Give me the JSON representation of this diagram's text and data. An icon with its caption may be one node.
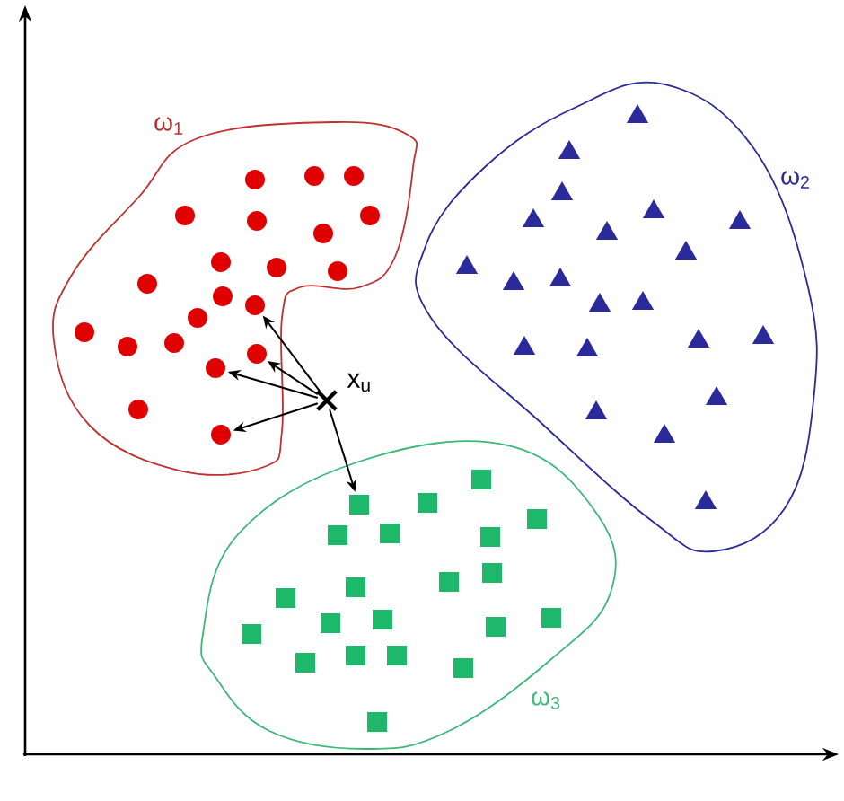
{
  "diagram": {
    "nodes": [
      {
        "text": [
          "ω$_{1}$"
        ]
      },
      {
        "text": [
          "ω$_{2}$"
        ]
      },
      {
        "text": [
          "ω$_{3}$"
        ]
      },
      {
        "text": [
          "x$_{u}$"
        ]
      },
      {
        "text": [],
        "shape": "circle",
        "in": 0
      },
      {
        "text": [],
        "shape": "circle",
        "in": 0
      },
      {
        "text": [],
        "shape": "circle",
        "in": 0
      },
      {
        "text": [],
        "shape": "circle",
        "in": 0
      },
      {
        "text": [],
        "shape": "circle",
        "in": 0
      },
      {
        "text": [],
        "shape": "circle",
        "in": 0
      },
      {
        "text": [],
        "shape": "circle",
        "in": 0
      },
      {
        "text": [],
        "shape": "circle",
        "in": 0
      },
      {
        "text": [],
        "shape": "circle",
        "in": 0
      },
      {
        "text": [],
        "shape": "circle",
        "in": 0
      },
      {
        "text": [],
        "shape": "circle",
        "in": 0
      },
      {
        "text": [],
        "shape": "circle",
        "in": 0
      },
      {
        "text": [],
        "shape": "circle",
        "in": 0
      },
      {
        "text": [],
        "shape": "circle",
        "in": 0
      },
      {
        "text": [],
        "shape": "circle",
        "in": 0
      },
      {
        "text": [],
        "shape": "circle",
        "in": 0
      },
      {
        "text": [],
        "shape": "circle",
        "in": 0
      },
      {
        "text": [],
        "shape": "circle",
        "in": 0
      },
      {
        "text": [],
        "shape": "circle",
        "in": 0
      },
      {
        "text": [],
        "shape": "circle",
        "in": 0
      },
      {
        "text": [],
        "shape": "circle",
        "in": 0
      },
      {
        "text": [],
        "shape": "triangle",
        "in": 1
      },
      {
        "text": [],
        "shape": "triangle",
        "in": 1
      },
      {
        "text": [],
        "shape": "triangle",
        "in": 1
      },
      {
        "text": [],
        "shape": "triangle",
        "in": 1
      },
      {
        "text": [],
        "shape": "triangle",
        "in": 1
      },
      {
        "text": [],
        "shape": "triangle",
        "in": 1
      },
      {
        "text": [],
        "shape": "triangle",
        "in": 1
      },
      {
        "text": [],
        "shape": "triangle",
        "in": 1
      },
      {
        "text": [],
        "shape": "triangle",
        "in": 1
      },
      {
        "text": [],
        "shape": "triangle",
        "in": 1
      },
      {
        "text": [],
        "shape": "triangle",
        "in": 1
      },
      {
        "text": [],
        "shape": "triangle",
        "in": 1
      },
      {
        "text": [],
        "shape": "triangle",
        "in": 1
      },
      {
        "text": [],
        "shape": "triangle",
        "in": 1
      },
      {
        "text": [],
        "shape": "triangle",
        "in": 1
      },
      {
        "text": [],
        "shape": "triangle",
        "in": 1
      },
      {
        "text": [],
        "shape": "triangle",
        "in": 1
      },
      {
        "text": [],
        "shape": "triangle",
        "in": 1
      },
      {
        "text": [],
        "shape": "triangle",
        "in": 1
      },
      {
        "text": [],
        "shape": "triangle",
        "in": 1
      },
      {
        "text": [],
        "shape": "triangle",
        "in": 1
      },
      {
        "text": [],
        "shape": "box",
        "in": 2
      },
      {
        "text": [],
        "shape": "box",
        "in": 2
      },
      {
        "text": [],
        "shape": "box",
        "in": 2
      },
      {
        "text": [],
        "shape": "box",
        "in": 2
      },
      {
        "text": [],
        "shape": "box",
        "in": 2
      },
      {
        "text": [],
        "shape": "box",
        "in": 2
      },
      {
        "text": [],
        "shape": "box",
        "in": 2
      },
      {
        "text": [],
        "shape": "box",
        "in": 2
      },
      {
        "text": [],
        "shape": "box",
        "in": 2
      },
      {
        "text": [],
        "shape": "box",
        "in": 2
      },
      {
        "text": [],
        "shape": "box",
        "in": 2
      },
      {
        "text": [],
        "shape": "box",
        "in": 2
      },
      {
        "text": [],
        "shape": "box",
        "in": 2
      },
      {
        "text": [],
        "shape": "box",
        "in": 2
      },
      {
        "text": [],
        "shape": "box",
        "in": 2
      },
      {
        "text": [],
        "shape": "box",
        "in": 2
      },
      {
        "text": [],
        "shape": "box",
        "in": 2
      },
      {
        "text": [],
        "shape": "box",
        "in": 2
      },
      {
        "text": [],
        "shape": "box",
        "in": 2
      },
      {
        "text": [],
        "shape": "box",
        "in": 2
      },
      {
        "text": [],
        "shape": "box",
        "in": 2
      }
    ],
    "edges": [
      {
        "from": 3,
        "to": 21,
        "arrow": "to"
      },
      {
        "from": 3,
        "to": 22,
        "arrow": "to"
      },
      {
        "from": 3,
        "to": 23,
        "arrow": "to"
      },
      {
        "from": 3,
        "to": 24,
        "arrow": "to"
      },
      {
        "from": 3,
        "to": 46,
        "arrow": "to"
      }
    ]
  }
}
